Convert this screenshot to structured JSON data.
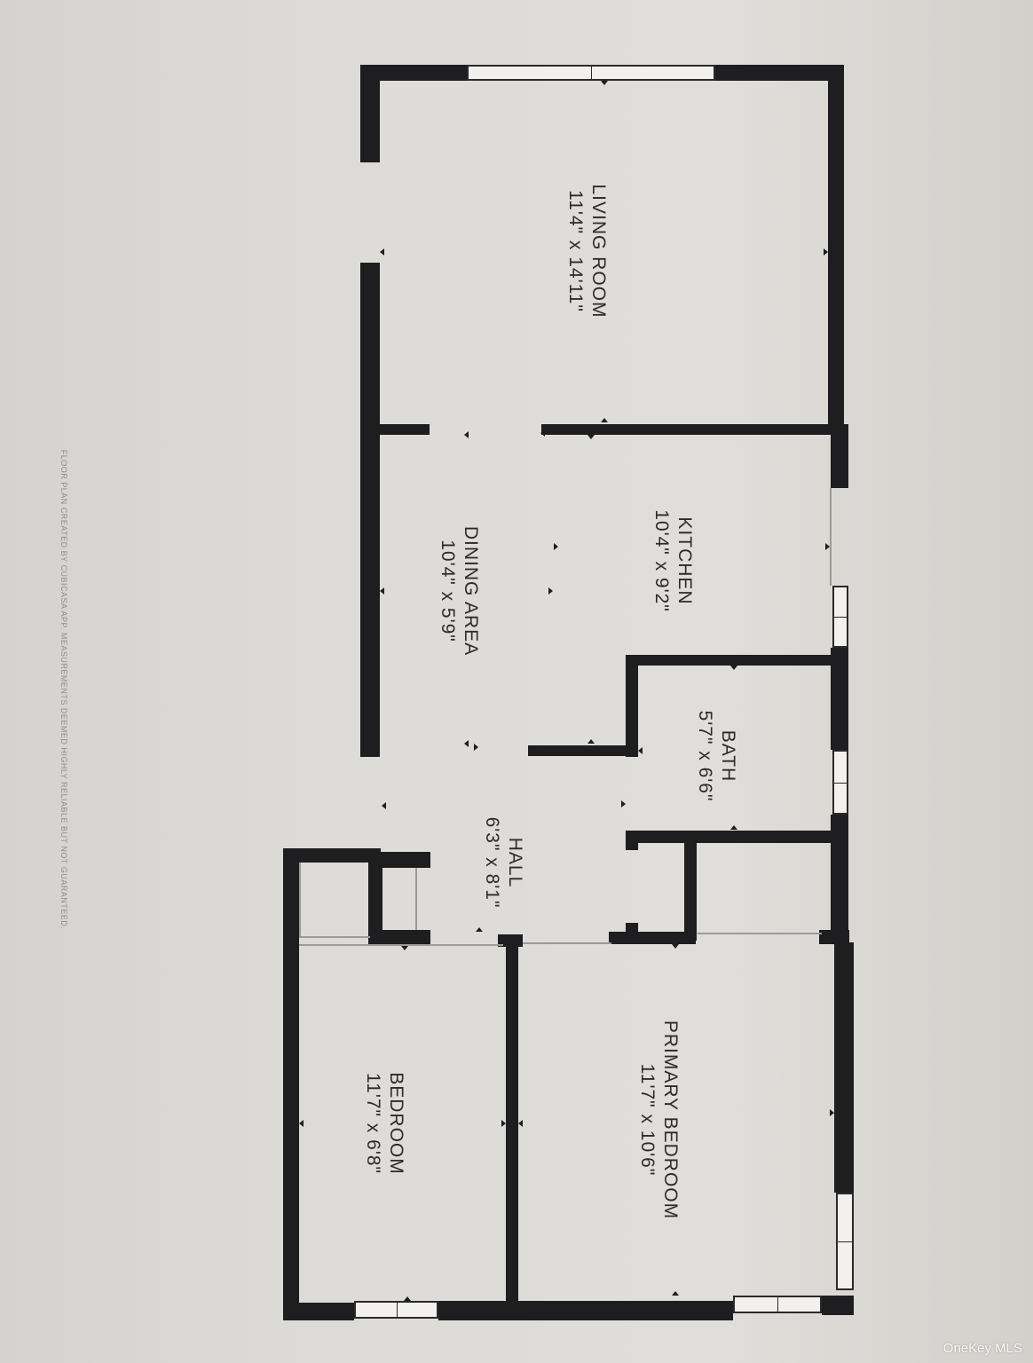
{
  "rooms": {
    "living_room": {
      "name": "LIVING ROOM",
      "size": "11'4\" x 14'11\""
    },
    "kitchen": {
      "name": "KITCHEN",
      "size": "10'4\" x 9'2\""
    },
    "dining_area": {
      "name": "DINING AREA",
      "size": "10'4\" x 5'9\""
    },
    "bath": {
      "name": "BATH",
      "size": "5'7\" x 6'6\""
    },
    "hall": {
      "name": "HALL",
      "size": "6'3\" x 8'1\""
    },
    "primary_bedroom": {
      "name": "PRIMARY BEDROOM",
      "size": "11'7\" x 10'6\""
    },
    "bedroom": {
      "name": "BEDROOM",
      "size": "11'7\" x 6'8\""
    }
  },
  "credit": "FLOOR PLAN CREATED BY CUBICASA APP. MEASUREMENTS DEEMED HIGHLY RELIABLE BUT NOT GUARANTEED.",
  "watermark": "OneKey MLS"
}
